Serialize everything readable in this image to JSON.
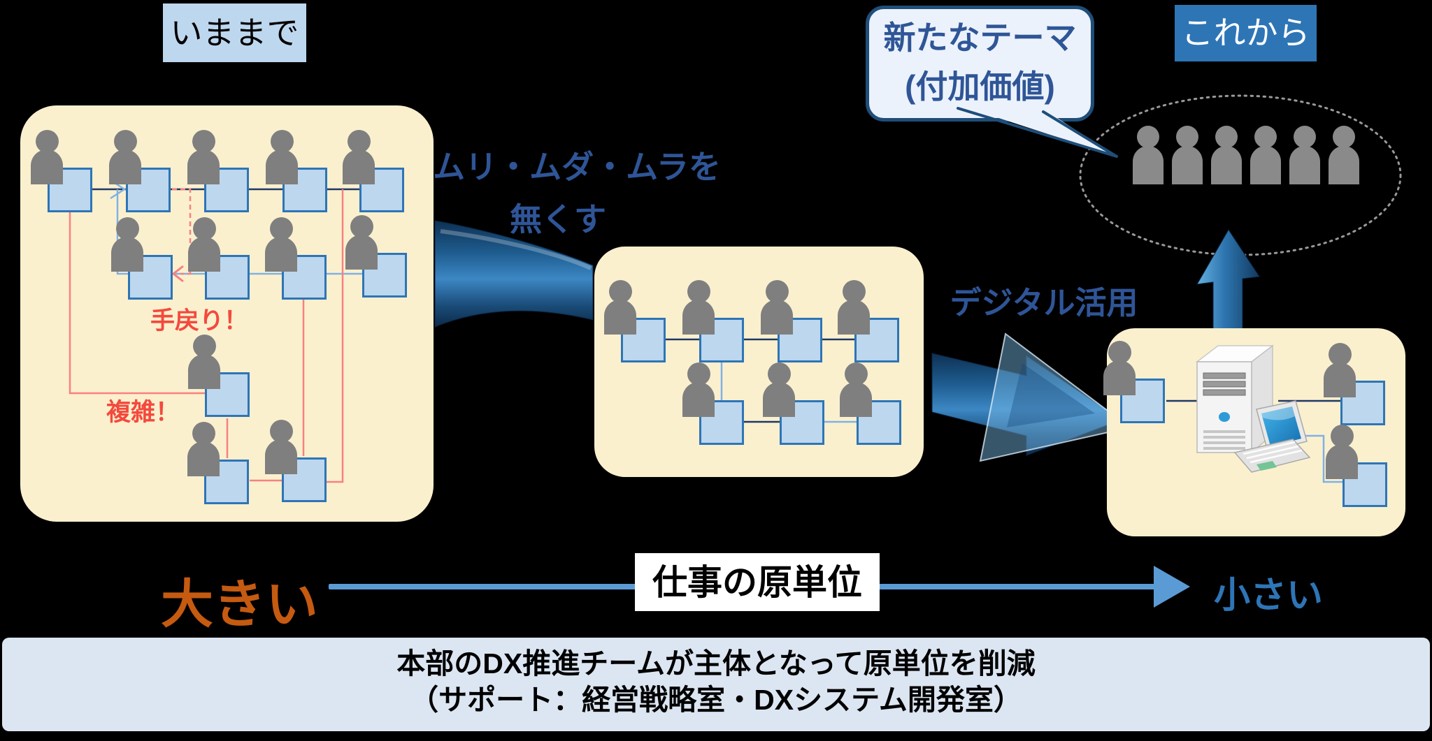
{
  "colors": {
    "canvas_bg": "#000000",
    "panel_bg": "#FBF0CE",
    "label_past_bg": "#BDD7EE",
    "label_future_bg": "#2E75B6",
    "dark_blue_text": "#2F5597",
    "bubble_border": "#1F4E79",
    "bubble_fill": "#EBF2FB",
    "person_gray": "#7F7F7F",
    "crowd_gray": "#8A8A8A",
    "square_fill": "#BDD7EE",
    "square_border": "#2E75B6",
    "wire_navy": "#1F3864",
    "wire_light_blue": "#7FB2E5",
    "wire_red": "#F98080",
    "red_text": "#F4493D",
    "orange_text": "#C55A11",
    "axis_arrow_blue": "#5B9BD5",
    "small_label_blue": "#2E75B6",
    "unit_box_bg": "#FFFFFF",
    "banner_bg": "#DCE6F2",
    "ellipse_dots": "#999999"
  },
  "header": {
    "past_label": "いままで",
    "future_label": "これから"
  },
  "bubble": {
    "line1": "新たなテーマ",
    "line2": "(付加価値)"
  },
  "annotations": {
    "eliminate_line1": "ムリ・ムダ・ムラを",
    "eliminate_line2": "無くす",
    "digital": "デジタル活用",
    "rework": "手戻り！",
    "complex": "複雑！"
  },
  "axis": {
    "left_label": "大きい",
    "center_label": "仕事の原単位",
    "right_label": "小さい"
  },
  "banner": {
    "line1": "本部のDX推進チームが主体となって原単位を削減",
    "line2": "（サポート：経営戦略室・DXシステム開発室）"
  },
  "icons": {
    "worker": "person-with-task-square",
    "crowd_person": "person-silhouette",
    "server": "server-tower",
    "laptop": "laptop-computer",
    "big_arrow_1": "3d-blue-arrow-right-down",
    "big_arrow_2": "3d-blue-arrow-right",
    "up_arrow": "3d-blue-arrow-up",
    "axis_arrow": "blue-right-arrow-line",
    "group_ellipse": "dotted-ellipse"
  }
}
